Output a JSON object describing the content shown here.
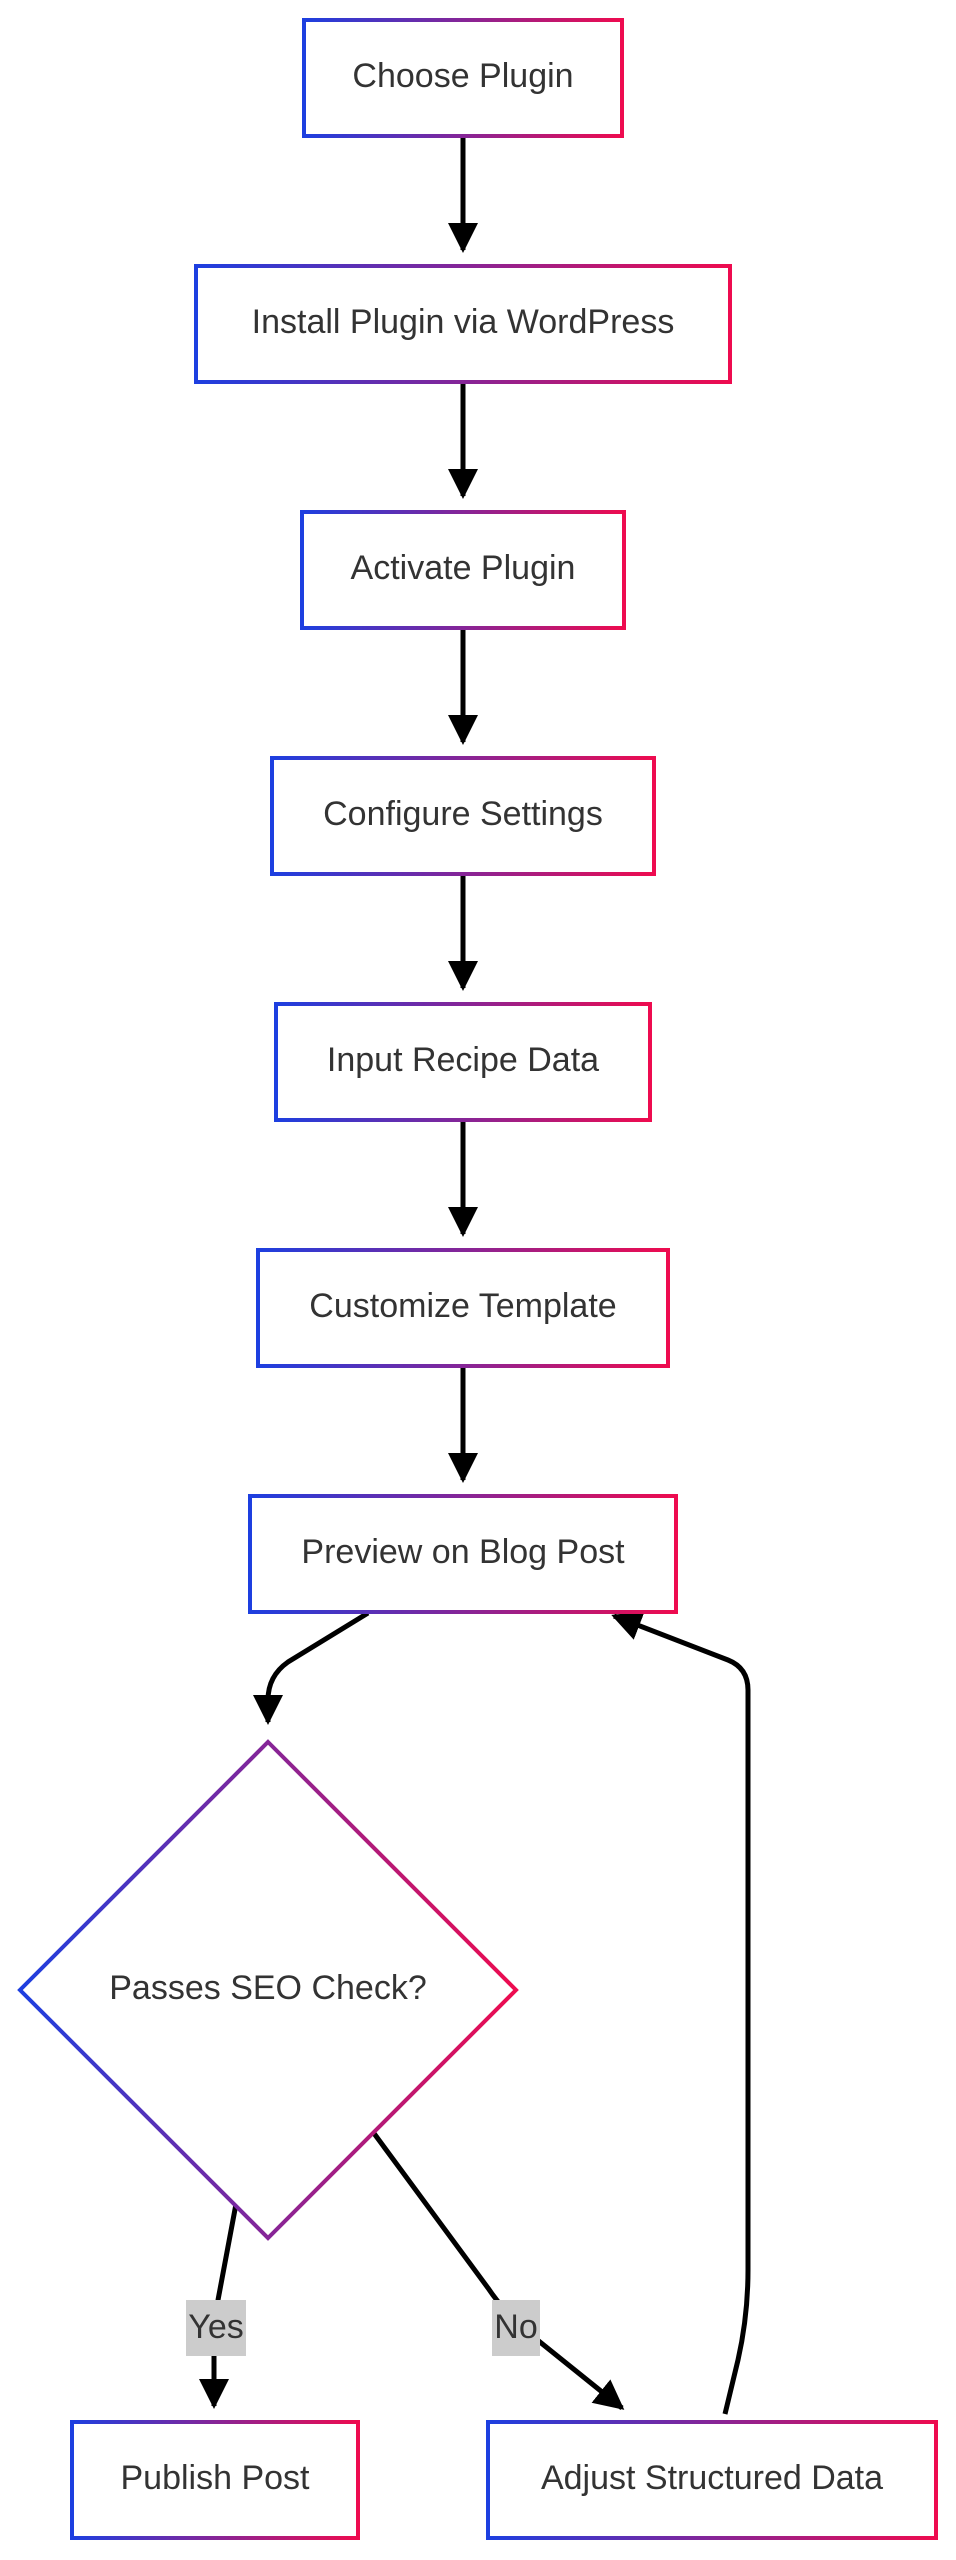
{
  "nodes": {
    "choose_plugin": "Choose Plugin",
    "install_plugin": "Install Plugin via WordPress",
    "activate_plugin": "Activate Plugin",
    "configure_settings": "Configure Settings",
    "input_recipe_data": "Input Recipe Data",
    "customize_template": "Customize Template",
    "preview_blog_post": "Preview on Blog Post",
    "seo_check": "Passes SEO Check?",
    "publish_post": "Publish Post",
    "adjust_structured_data": "Adjust Structured Data"
  },
  "edges": {
    "yes": "Yes",
    "no": "No"
  },
  "colors": {
    "gradient_start": "#1d3fe0",
    "gradient_end": "#ee0b4f",
    "edge": "#000000",
    "label_bg": "#cccccc",
    "text": "#333333"
  }
}
